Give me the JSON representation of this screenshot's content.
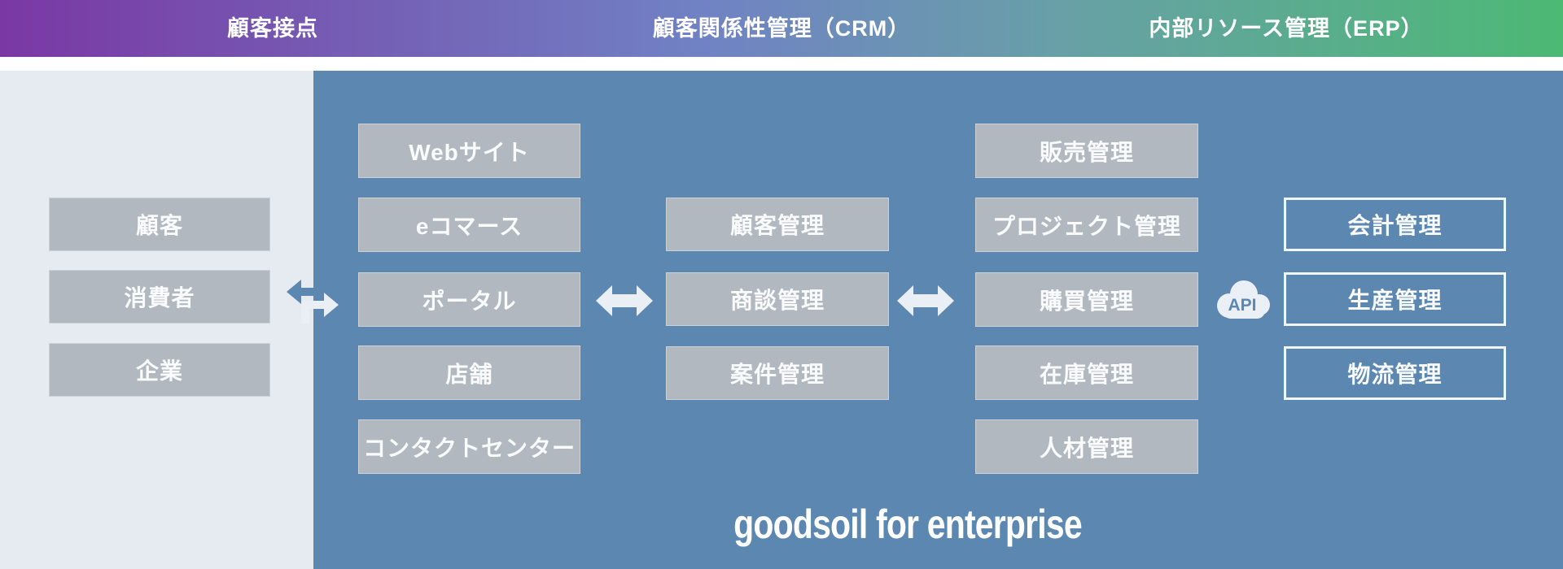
{
  "header": {
    "sections": [
      {
        "label": "顧客接点"
      },
      {
        "label": "顧客関係性管理（CRM）"
      },
      {
        "label": "内部リソース管理（ERP）"
      }
    ]
  },
  "diagram": {
    "actors": [
      "顧客",
      "消費者",
      "企業"
    ],
    "channels": [
      "Webサイト",
      "eコマース",
      "ポータル",
      "店舗",
      "コンタクトセンター"
    ],
    "crm": [
      "顧客管理",
      "商談管理",
      "案件管理"
    ],
    "erp": [
      "販売管理",
      "プロジェクト管理",
      "購買管理",
      "在庫管理",
      "人材管理"
    ],
    "external": [
      "会計管理",
      "生産管理",
      "物流管理"
    ],
    "api_label": "API",
    "brand": "goodsoil for enterprise"
  },
  "colors": {
    "header_gradient_start": "#7a38a4",
    "header_gradient_mid": "#7082c4",
    "header_gradient_teal": "#68a0a7",
    "header_gradient_end": "#4cb974",
    "panel_light": "#e6ebf2",
    "panel_blue": "#5b87b1",
    "box_gray": "#b1b8bf",
    "arrow_white": "#e9eff5",
    "text_white": "#ffffff"
  }
}
